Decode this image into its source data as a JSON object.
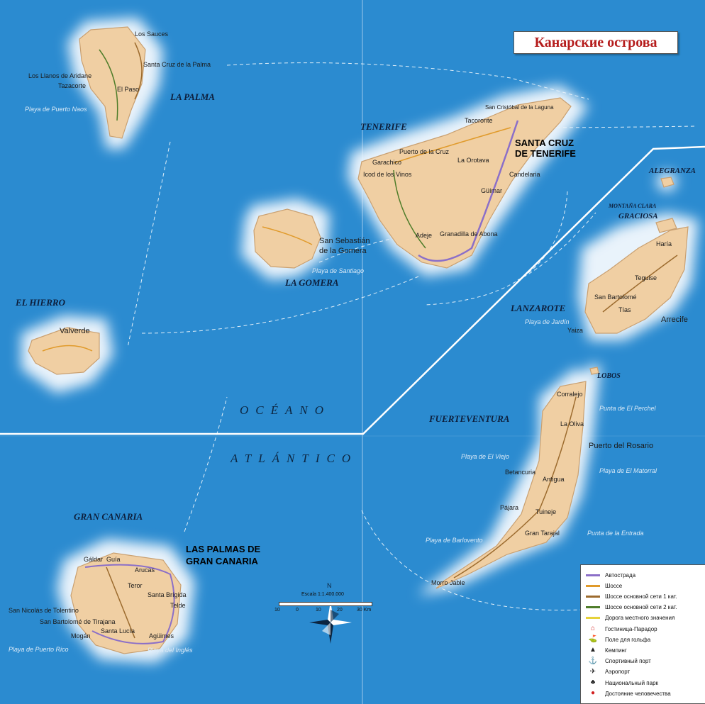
{
  "title": "Канарские острова",
  "ocean": {
    "line1": "OCÉANO",
    "line2": "ATLÁNTICO"
  },
  "islands": {
    "la_palma": "LA PALMA",
    "tenerife": "TENERIFE",
    "la_gomera": "LA GOMERA",
    "el_hierro": "EL HIERRO",
    "gran_canaria": "GRAN CANARIA",
    "lanzarote": "LANZAROTE",
    "fuerteventura": "FUERTEVENTURA",
    "alegranza": "ALEGRANZA",
    "graciosa": "GRACIOSA",
    "montana_clara": "MONTAÑA CLARA",
    "lobos": "LOBOS"
  },
  "capitals": {
    "santa_cruz_tenerife_1": "SANTA CRUZ",
    "santa_cruz_tenerife_2": "DE TENERIFE",
    "las_palmas_1": "LAS PALMAS DE",
    "las_palmas_2": "GRAN CANARIA"
  },
  "towns": {
    "santa_cruz_palma": "Santa Cruz de la Palma",
    "los_llanos": "Los Llanos de Aridane",
    "tazacorte": "Tazacorte",
    "el_paso": "El Paso",
    "los_sauces": "Los Sauces",
    "puerto_cruz": "Puerto de la Cruz",
    "icod": "Icod de los Vinos",
    "la_orotava": "La Orotava",
    "la_laguna": "San Cristóbal de la Laguna",
    "tacoronte": "Tacoronte",
    "candelaria": "Candelaria",
    "guimar": "Güímar",
    "adeje": "Adeje",
    "granadilla": "Granadilla de Abona",
    "garachico": "Garachico",
    "san_sebastian_1": "San Sebastián",
    "san_sebastian_2": "de la Gomera",
    "valverde": "Valverde",
    "galdar": "Gáldar",
    "guia": "Guía",
    "arucas": "Arucas",
    "teror": "Teror",
    "santa_brigida": "Santa Brígida",
    "telde": "Telde",
    "agüimes": "Agüimes",
    "san_nicolas": "San Nicolás de Tolentino",
    "san_bartolome_tirajana": "San Bartolomé de Tirajana",
    "mogan": "Mogán",
    "santa_lucia": "Santa Lucía",
    "arrecife": "Arrecife",
    "teguise": "Teguise",
    "san_bartolome": "San Bartolomé",
    "tias": "Tías",
    "yaiza": "Yaiza",
    "haria": "Haría",
    "puerto_rosario": "Puerto del Rosario",
    "la_oliva": "La Oliva",
    "corralejo": "Corralejo",
    "pajara": "Pájara",
    "tuineje": "Tuineje",
    "antigua": "Antigua",
    "betancuria": "Betancuria",
    "gran_tarajal": "Gran Tarajal",
    "morro_jable": "Morro Jable"
  },
  "sea_labels": {
    "playa_puerto_naos": "Playa de Puerto Naos",
    "playa_santiago": "Playa de Santiago",
    "playa_jardin": "Playa de Jardín",
    "playa_el_viejo": "Playa de El Viejo",
    "playa_barlovento": "Playa de Barlovento",
    "playa_el_matorral": "Playa de El Matorral",
    "puerto_rico": "Playa de Puerto Rico",
    "playa_del_ingles": "Playa del Inglés",
    "punta_la_entrada": "Punta de la Entrada",
    "punta_el_perchel": "Punta de El Perchel"
  },
  "legend": {
    "items": [
      {
        "label": "Автострада",
        "color": "#8b6fc8",
        "kind": "line"
      },
      {
        "label": "Шоссе",
        "color": "#e09a2a",
        "kind": "line"
      },
      {
        "label": "Шоссе основной сети 1 кат.",
        "color": "#9c6b2e",
        "kind": "line"
      },
      {
        "label": "Шоссе основной сети 2 кат.",
        "color": "#4f7d2a",
        "kind": "line"
      },
      {
        "label": "Дорога местного значения",
        "color": "#e6d23a",
        "kind": "line"
      },
      {
        "label": "Гостиница-Парадор",
        "color": "#d22020",
        "kind": "icon",
        "icon": "parador-icon",
        "glyph": "⌂"
      },
      {
        "label": "Поле для гольфа",
        "color": "#222222",
        "kind": "icon",
        "icon": "golf-icon",
        "glyph": "⛳"
      },
      {
        "label": "Кемпинг",
        "color": "#222222",
        "kind": "icon",
        "icon": "camping-icon",
        "glyph": "▲"
      },
      {
        "label": "Спортивный порт",
        "color": "#222222",
        "kind": "icon",
        "icon": "port-icon",
        "glyph": "⚓"
      },
      {
        "label": "Аэропорт",
        "color": "#222222",
        "kind": "icon",
        "icon": "airport-icon",
        "glyph": "✈"
      },
      {
        "label": "Национальный парк",
        "color": "#222222",
        "kind": "icon",
        "icon": "park-icon",
        "glyph": "♣"
      },
      {
        "label": "Достояние человечества",
        "color": "#d22020",
        "kind": "icon",
        "icon": "heritage-icon",
        "glyph": "●"
      }
    ]
  },
  "scale": {
    "text": "Escala 1:1.400.000",
    "ticks": [
      "10",
      "0",
      "10",
      "20",
      "30 Km"
    ]
  },
  "north": "N",
  "colors": {
    "sea": "#2b8bd0",
    "land": "#f0cfa3",
    "halo": "#e9f3fb",
    "title": "#b51d1d"
  }
}
